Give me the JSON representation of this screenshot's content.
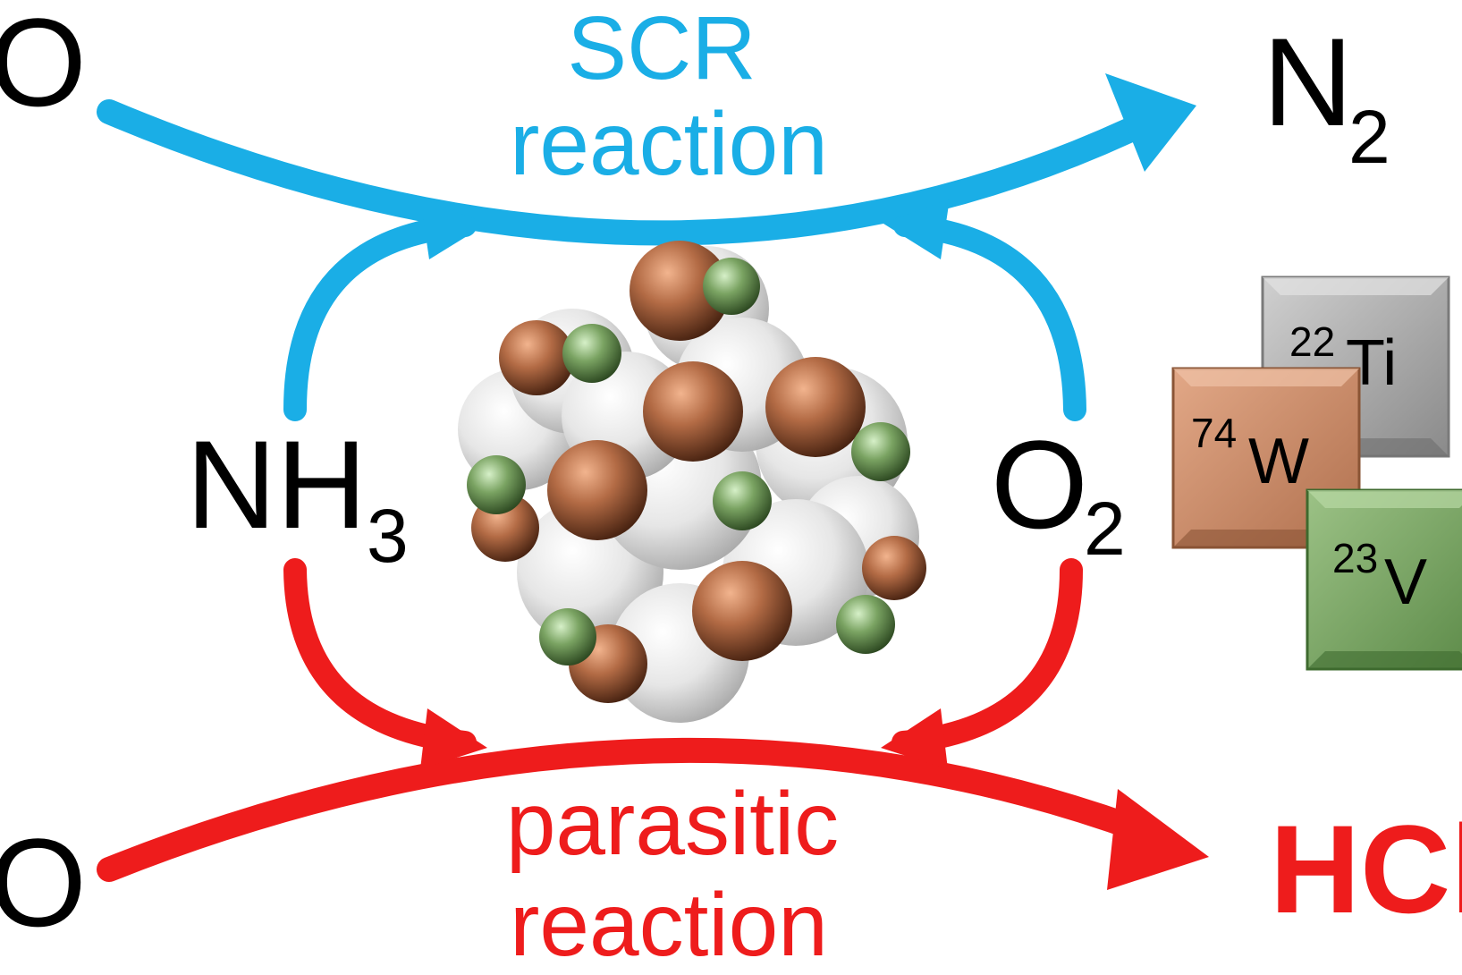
{
  "top_left_species": "O",
  "bottom_left_species": "O",
  "ammonia": {
    "base": "NH",
    "subscript": "3"
  },
  "oxygen": {
    "base": "O",
    "subscript": "2"
  },
  "nitrogen": {
    "base": "N",
    "subscript": "2"
  },
  "byproduct": "HCl",
  "scr_label": {
    "line1": "SCR",
    "line2": "reaction"
  },
  "parasitic_label": {
    "line1": "parasitic",
    "line2": "reaction"
  },
  "elements": [
    {
      "number": "22",
      "symbol": "Ti",
      "color": "#9e9e9e"
    },
    {
      "number": "74",
      "symbol": "W",
      "color": "#c68a6a"
    },
    {
      "number": "23",
      "symbol": "V",
      "color": "#7aa362"
    }
  ],
  "colors": {
    "scr": "#1aaee6",
    "parasitic": "#ee1c1c",
    "text": "#000000",
    "byproduct": "#ee1c1c",
    "scr_text": "#1aaee6",
    "parasitic_text": "#ee1c1c"
  }
}
